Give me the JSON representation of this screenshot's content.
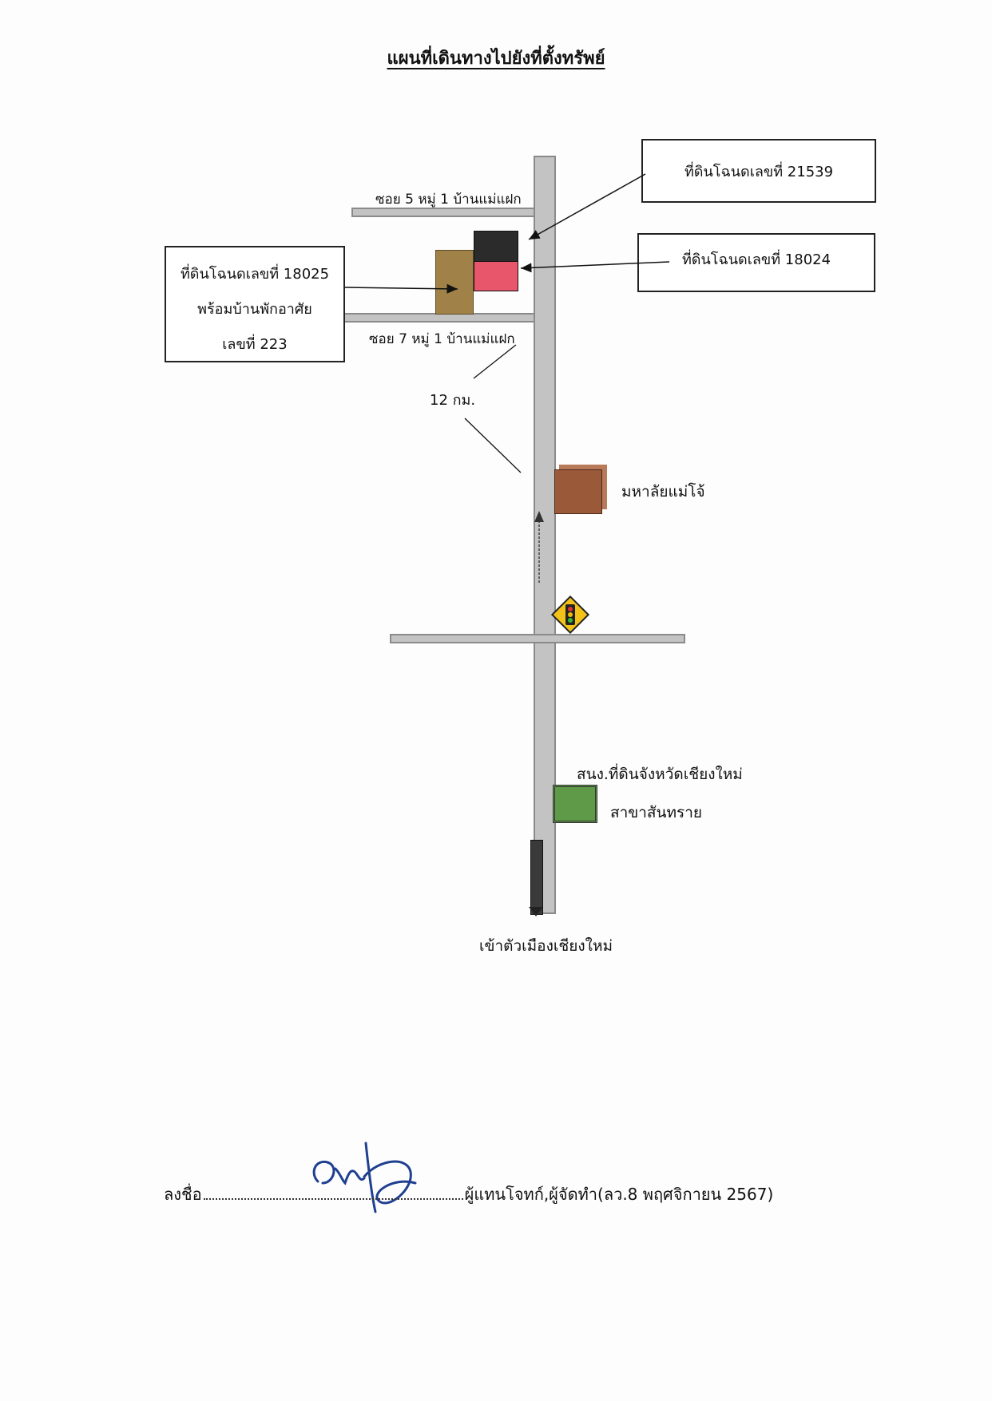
{
  "title": "แผนที่เดินทางไปยังที่ตั้งทรัพย์",
  "roads": {
    "soi5": "ซอย 5 หมู่ 1 บ้านแม่แฝก",
    "soi7": "ซอย 7 หมู่ 1 บ้านแม่แฝก",
    "distance": "12 กม."
  },
  "parcels": {
    "deed_21539": "ที่ดินโฉนดเลขที่ 21539",
    "deed_18024": "ที่ดินโฉนดเลขที่ 18024",
    "deed_18025_line1": "ที่ดินโฉนดเลขที่ 18025",
    "deed_18025_line2": "พร้อมบ้านพักอาศัย",
    "deed_18025_line3": "เลขที่ 223"
  },
  "landmarks": {
    "maejo": "มหาลัยแม่โจ้",
    "land_office_line1": "สนง.ที่ดินจังหวัดเชียงใหม่",
    "land_office_line2": "สาขาสันทราย",
    "to_city": "เข้าตัวเมืองเชียงใหม่"
  },
  "signature": {
    "prefix": "ลงชื่อ",
    "suffix": "ผู้แทนโจทก์,ผู้จัดทำ(ลว.8 พฤศจิกายน 2567)"
  },
  "colors": {
    "road": "#c3c3c3",
    "parcel_21539": "#2b2b2b",
    "parcel_18024": "#e8566c",
    "parcel_18025": "#a08248",
    "maejo_block": "#9a5a3a",
    "land_office": "#5f9a48",
    "traffic_sign": "#f2c21a",
    "signature_ink": "#1f3f8f"
  },
  "icons": {
    "traffic_light": "traffic-light-sign-icon",
    "direction": "arrow-up-icon"
  }
}
